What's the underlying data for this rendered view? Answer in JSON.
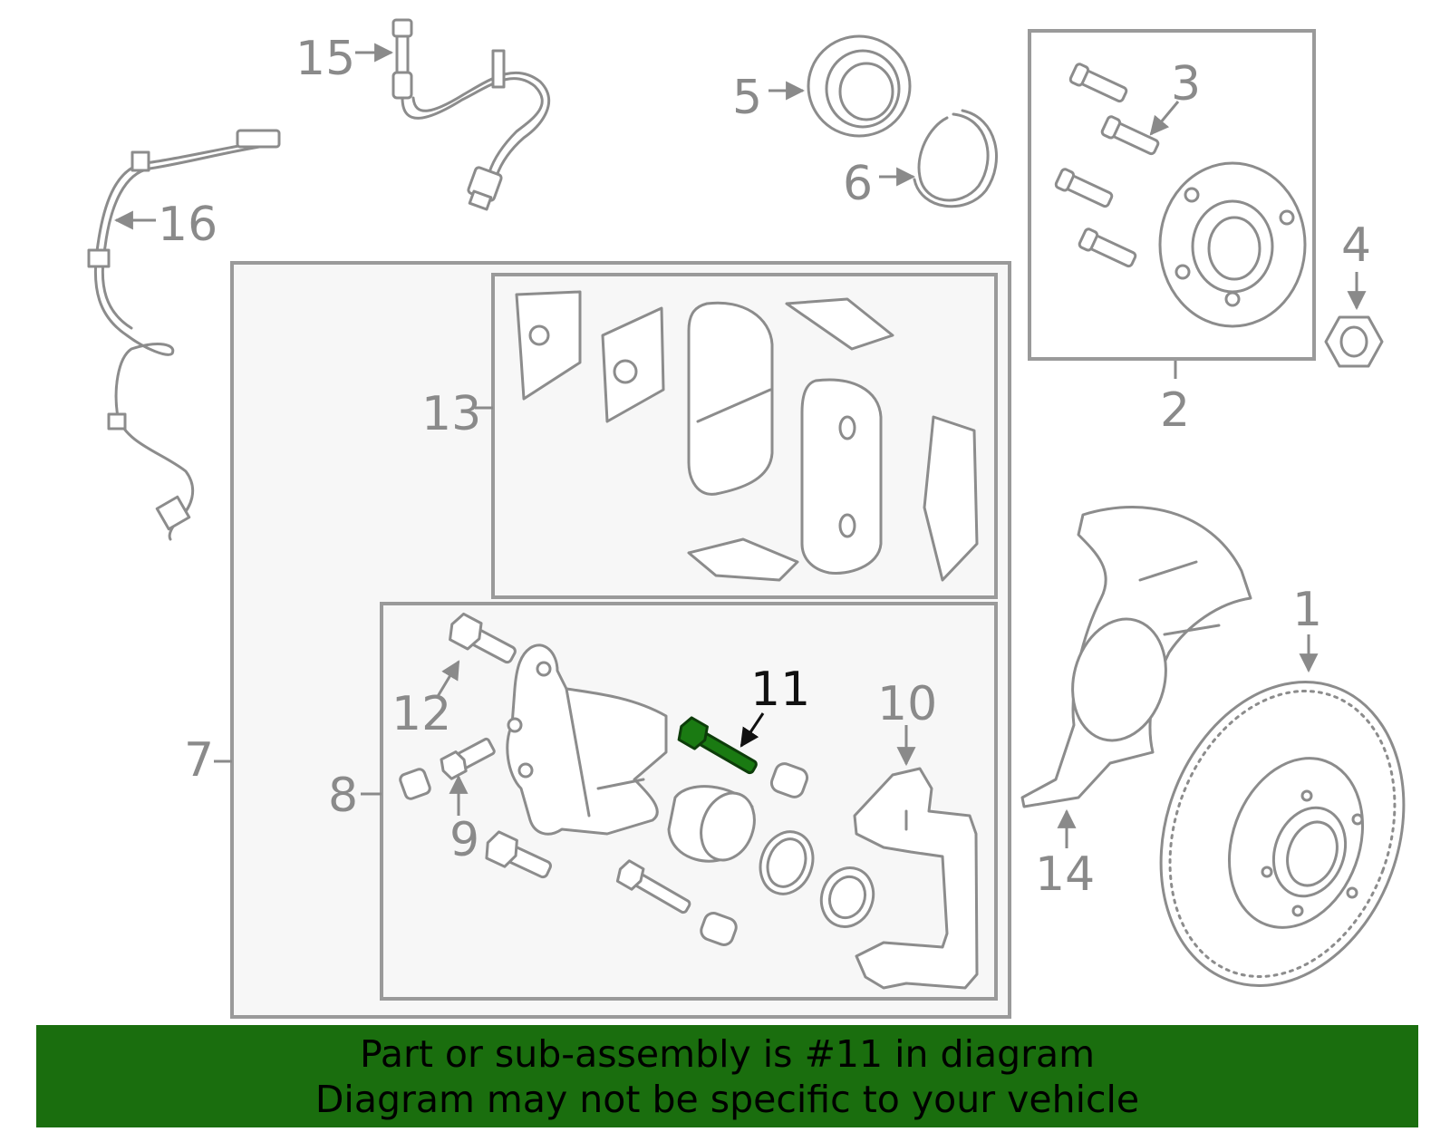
{
  "callouts": {
    "l1": "1",
    "l2": "2",
    "l3": "3",
    "l4": "4",
    "l5": "5",
    "l6": "6",
    "l7": "7",
    "l8": "8",
    "l9": "9",
    "l10": "10",
    "l11": "11",
    "l12": "12",
    "l13": "13",
    "l14": "14",
    "l15": "15",
    "l16": "16"
  },
  "highlight_color": "#1a7a12",
  "banner": {
    "line1": "Part or sub-assembly is #11 in diagram",
    "line2": "Diagram may not be specific to your vehicle",
    "color": "#1a6e0e"
  }
}
